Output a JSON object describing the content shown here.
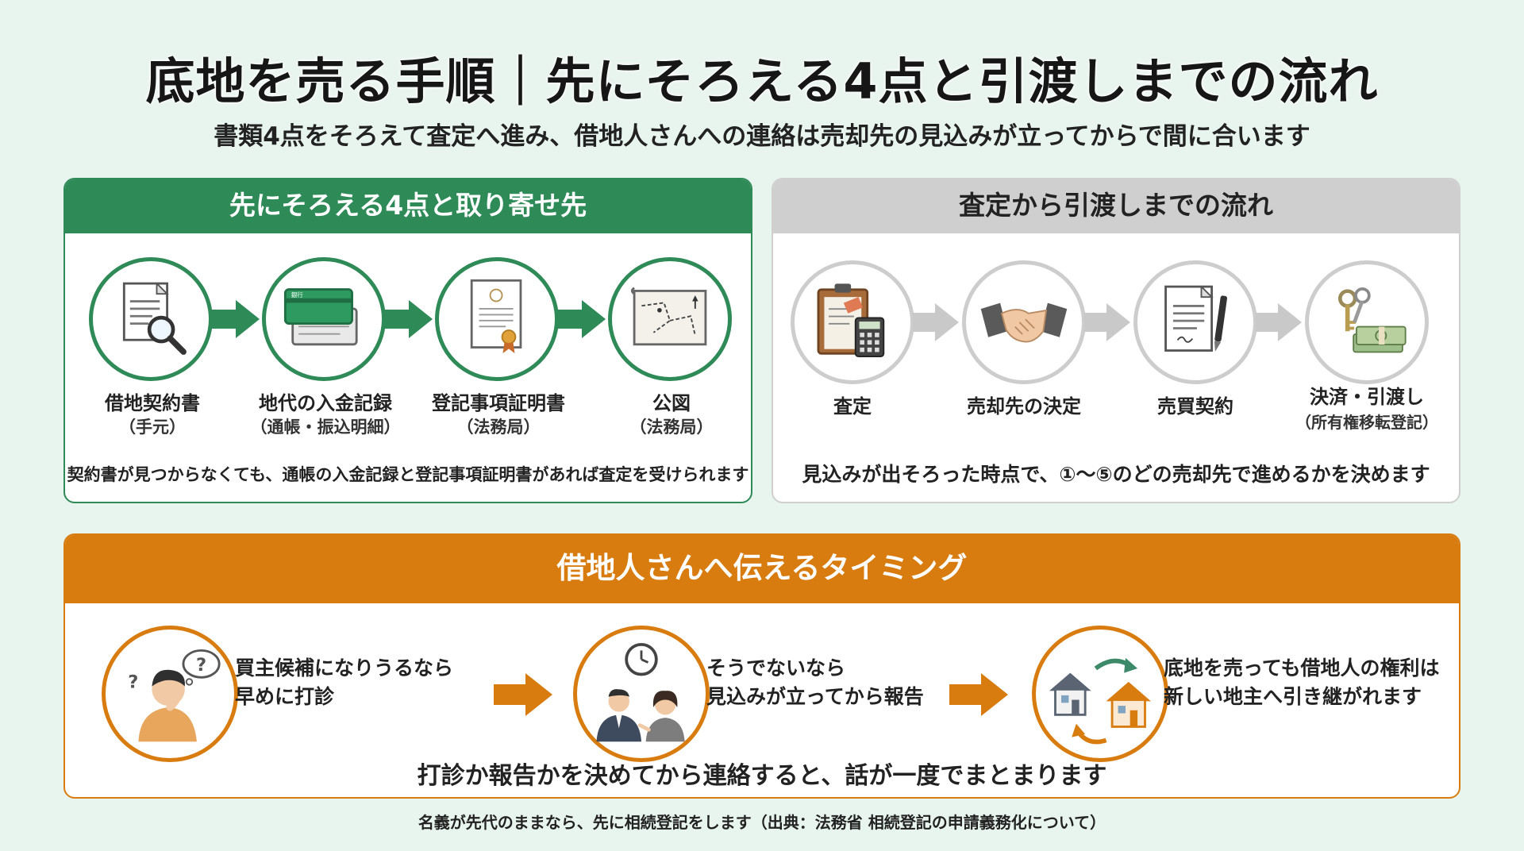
{
  "title": "底地を売る手順｜先にそろえる4点と引渡しまでの流れ",
  "subtitle": "書類4点をそろえて査定へ進み、借地人さんへの連絡は売却先の見込みが立ってからで間に合います",
  "documents": {
    "heading": "先にそろえる4点と取り寄せ先",
    "items": [
      {
        "label": "借地契約書",
        "source": "（手元）",
        "icon": "contract-magnifier-icon"
      },
      {
        "label": "地代の入金記録",
        "source": "（通帳・振込明細）",
        "icon": "bankbook-icon",
        "card_text": "銀行"
      },
      {
        "label": "登記事項証明書",
        "source": "（法務局）",
        "icon": "certificate-icon"
      },
      {
        "label": "公図",
        "source": "（法務局）",
        "icon": "map-icon"
      }
    ],
    "note": "契約書が見つからなくても、通帳の入金記録と登記事項証明書があれば査定を受けられます"
  },
  "flow": {
    "heading": "査定から引渡しまでの流れ",
    "steps": [
      {
        "label": "査定",
        "sub": "",
        "icon": "clipboard-calculator-icon"
      },
      {
        "label": "売却先の決定",
        "sub": "",
        "icon": "handshake-icon"
      },
      {
        "label": "売買契約",
        "sub": "",
        "icon": "contract-pen-icon"
      },
      {
        "label": "決済・引渡し",
        "sub": "（所有権移転登記）",
        "icon": "keys-money-icon"
      }
    ],
    "note": "見込みが出そろった時点で、①〜⑤のどの売却先で進めるかを決めます"
  },
  "timing": {
    "heading": "借地人さんへ伝えるタイミング",
    "items": [
      {
        "line1": "買主候補になりうるなら",
        "line2": "早めに打診",
        "icon": "thinking-person-icon"
      },
      {
        "line1": "そうでないなら",
        "line2": "見込みが立ってから報告",
        "icon": "meeting-clock-icon"
      },
      {
        "line1": "底地を売っても借地人の権利は",
        "line2": "新しい地主へ引き継がれます",
        "icon": "houses-transfer-icon"
      }
    ],
    "note": "打診か報告かを決めてから連絡すると、話が一度でまとまります"
  },
  "footnote": "名義が先代のままなら、先に相続登記をします（出典：法務省 相続登記の申請義務化について）",
  "colors": {
    "green": "#2e8a57",
    "gray": "#cfcfcf",
    "orange": "#d97c10",
    "background": "#e8f4ee"
  }
}
